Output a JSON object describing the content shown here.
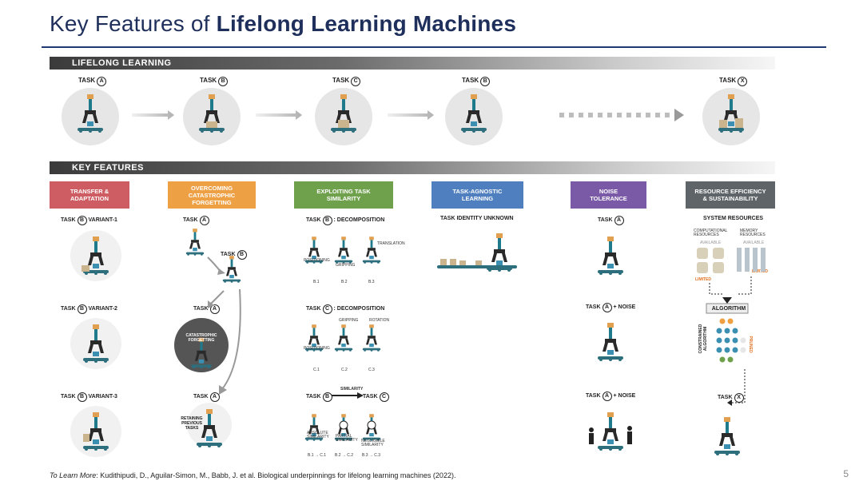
{
  "title": {
    "prefix": "Key Features of ",
    "bold": "Lifelong Learning Machines"
  },
  "bands": {
    "lifelong": "LIFELONG  LEARNING",
    "key": "KEY  FEATURES"
  },
  "top_tasks": [
    {
      "prefix": "TASK",
      "letter": "A"
    },
    {
      "prefix": "TASK",
      "letter": "B"
    },
    {
      "prefix": "TASK",
      "letter": "C"
    },
    {
      "prefix": "TASK",
      "letter": "B"
    },
    {
      "prefix": "TASK",
      "letter": "X"
    }
  ],
  "features": [
    {
      "label": "TRANSFER &\nADAPTATION",
      "color": "#cd5c63"
    },
    {
      "label": "OVERCOMING\nCATASTROPHIC\nFORGETTING",
      "color": "#eea045"
    },
    {
      "label": "EXPLOITING TASK\nSIMILARITY",
      "color": "#6fa04c"
    },
    {
      "label": "TASK-AGNOSTIC\nLEARNING",
      "color": "#4f7fbf"
    },
    {
      "label": "NOISE\nTOLERANCE",
      "color": "#7a5aa6"
    },
    {
      "label": "RESOURCE EFFICIENCY\n& SUSTAINABILITY",
      "color": "#5f6468"
    }
  ],
  "transfer": [
    {
      "prefix": "TASK",
      "letter": "B",
      "suffix": "VARIANT-1"
    },
    {
      "prefix": "TASK",
      "letter": "B",
      "suffix": "VARIANT-2"
    },
    {
      "prefix": "TASK",
      "letter": "B",
      "suffix": "VARIANT-3"
    }
  ],
  "forgetting": {
    "task1": {
      "prefix": "TASK",
      "letter": "A"
    },
    "task2": {
      "prefix": "TASK",
      "letter": "B"
    },
    "task3": {
      "prefix": "TASK",
      "letter": "A"
    },
    "task4": {
      "prefix": "TASK",
      "letter": "A"
    },
    "dark_circle": "CATASTROPHIC\nFORGETTING",
    "retaining": "RETAINING\nPREVIOUS\nTASKS"
  },
  "similarity": {
    "row1": {
      "prefix": "TASK",
      "letter": "B",
      "suffix": ": DECOMPOSITION"
    },
    "row2": {
      "prefix": "TASK",
      "letter": "C",
      "suffix": ": DECOMPOSITION"
    },
    "row3": {
      "prefix": "TASK",
      "letter_a": "B",
      "letter_b": "C",
      "arrow_label": "SIMILARITY"
    },
    "row1_sub": [
      "B.1",
      "B.2",
      "B.3"
    ],
    "row1_words": [
      "POSITIONING",
      "GRIPPING",
      "TRANSLATION"
    ],
    "row2_sub": [
      "C.1",
      "C.2",
      "C.3"
    ],
    "row2_words": [
      "POSITIONING",
      "GRIPPING",
      "ROTATION"
    ],
    "row3_words": [
      "ABSOLUTE\nSIMILARITY",
      "PARTIAL\nSIMILARITY",
      "NEGLIGIBLE\nSIMILARITY"
    ],
    "row3_sub": [
      "B.1 → C.1",
      "B.2 → C.2",
      "B.3 → C.3"
    ]
  },
  "agnostic": {
    "label": "TASK  IDENTITY  UNKNOWN"
  },
  "noise": [
    {
      "prefix": "TASK",
      "letter": "A",
      "suffix": ""
    },
    {
      "prefix": "TASK",
      "letter": "A",
      "suffix": "+ NOISE"
    },
    {
      "prefix": "TASK",
      "letter": "A",
      "suffix": "+ NOISE"
    }
  ],
  "resources": {
    "header": "SYSTEM  RESOURCES",
    "computational": "COMPUTATIONAL\nRESOURCES",
    "memory": "MEMORY\nRESOURCES",
    "available1": "AVAILABLE",
    "available2": "AVAILABLE",
    "limited1": "LIMITED",
    "limited2": "LIMITED",
    "algorithm": "ALGORITHM",
    "constrained": "CONSTRAINED\nALGORITHM",
    "pruned": "PRUNED",
    "task": {
      "prefix": "TASK",
      "letter": "X"
    }
  },
  "footer": {
    "italic": "To Learn More",
    "text": ":  Kudithipudi, D., Aguilar-Simon, M., Babb, J. et al. Biological underpinnings for lifelong learning machines (2022)."
  },
  "page_number": "5",
  "colors": {
    "navy": "#1f2f5c",
    "robot_orange": "#e0a050",
    "robot_teal": "#1f7a8c",
    "belt": "#2e6f7e"
  }
}
